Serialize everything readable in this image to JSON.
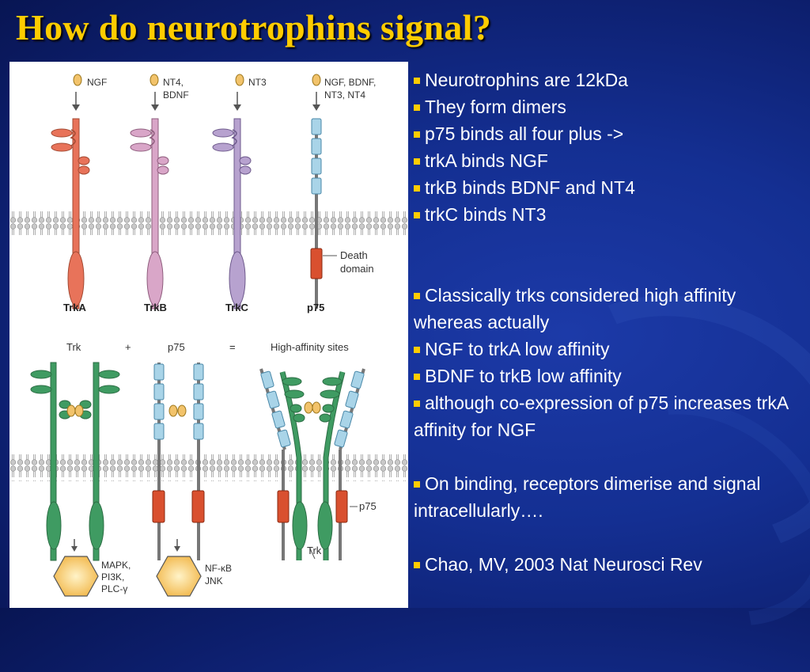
{
  "slide": {
    "title": "How do neurotrophins signal?"
  },
  "figure_top": {
    "ligands": [
      "NGF",
      "NT4,\nBDNF",
      "NT3",
      "NGF, BDNF,\nNT3, NT4"
    ],
    "ligand_lines": [
      [
        "NGF"
      ],
      [
        "NT4,",
        "BDNF"
      ],
      [
        "NT3"
      ],
      [
        "NGF, BDNF,",
        "NT3, NT4"
      ]
    ],
    "receptors": [
      "TrkA",
      "TrkB",
      "TrkC",
      "p75"
    ],
    "death_domain": [
      "Death",
      "domain"
    ],
    "colors": {
      "trkA": "#e8735a",
      "trkB": "#d9a6c8",
      "trkC": "#b7a2cf",
      "p75": "#a9d4e8",
      "death": "#d9502f"
    }
  },
  "figure_bottom": {
    "header": [
      "Trk",
      "+",
      "p75",
      "=",
      "High-affinity sites"
    ],
    "side_labels": {
      "p75": "p75",
      "trk": "Trk"
    },
    "outputs": [
      [
        "MAPK,",
        "PI3K,",
        "PLC-γ"
      ],
      [
        "NF-κB",
        "JNK"
      ]
    ],
    "colors": {
      "trk": "#3f9b62",
      "ligand": "#f2c36b",
      "hex": "#f5c16a"
    }
  },
  "bullets": [
    "Neurotrophins are 12kDa",
    "They form dimers",
    "p75 binds all four plus ->",
    "trkA binds NGF",
    "trkB binds BDNF and NT4",
    "trkC binds NT3",
    "Classically trks considered high affinity whereas actually",
    "NGF to trkA low affinity",
    "BDNF to trkB low affinity",
    "although co-expression of p75 increases trkA affinity for NGF",
    "On binding, receptors dimerise and signal intracellularly….",
    "Chao, MV, 2003 Nat Neurosci Rev"
  ]
}
